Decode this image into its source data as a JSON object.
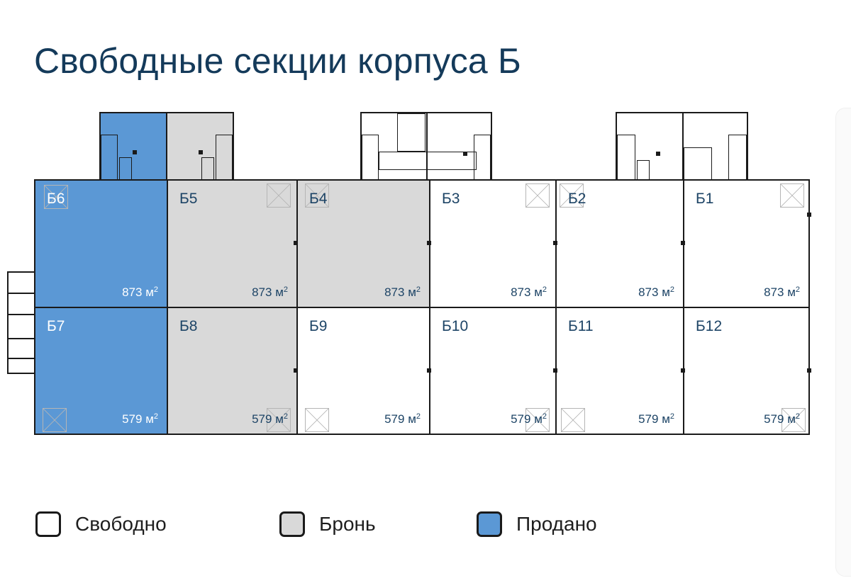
{
  "header": {
    "title": "Свободные секции корпуса Б"
  },
  "colors": {
    "title": "#143a5a",
    "label": "#1d4466",
    "free": "#ffffff",
    "reserved": "#d9d9d9",
    "sold": "#5b98d5",
    "wall": "#1a1a1a"
  },
  "plan": {
    "building": "Корпус Б",
    "area_unit": "м",
    "area_unit_sup": "2",
    "sections_top": [
      {
        "id": "Б6",
        "area": "873",
        "status": "sold"
      },
      {
        "id": "Б5",
        "area": "873",
        "status": "reserved"
      },
      {
        "id": "Б4",
        "area": "873",
        "status": "reserved"
      },
      {
        "id": "Б3",
        "area": "873",
        "status": "free"
      },
      {
        "id": "Б2",
        "area": "873",
        "status": "free"
      },
      {
        "id": "Б1",
        "area": "873",
        "status": "free"
      }
    ],
    "sections_bottom": [
      {
        "id": "Б7",
        "area": "579",
        "status": "sold"
      },
      {
        "id": "Б8",
        "area": "579",
        "status": "reserved"
      },
      {
        "id": "Б9",
        "area": "579",
        "status": "free"
      },
      {
        "id": "Б10",
        "area": "579",
        "status": "free"
      },
      {
        "id": "Б11",
        "area": "579",
        "status": "free"
      },
      {
        "id": "Б12",
        "area": "579",
        "status": "free"
      }
    ]
  },
  "legend": {
    "items": [
      {
        "key": "free",
        "label": "Свободно"
      },
      {
        "key": "reserved",
        "label": "Бронь"
      },
      {
        "key": "sold",
        "label": "Продано"
      }
    ]
  }
}
